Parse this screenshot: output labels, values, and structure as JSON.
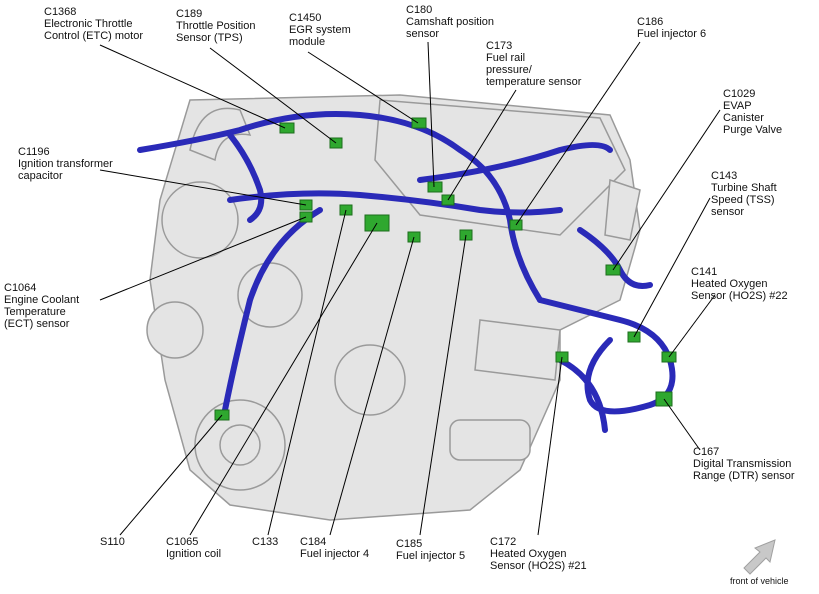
{
  "labels": [
    {
      "id": "c1368",
      "lines": [
        "C1368",
        "Electronic Throttle",
        "Control (ETC) motor"
      ]
    },
    {
      "id": "c189",
      "lines": [
        "C189",
        "Throttle Position",
        "Sensor (TPS)"
      ]
    },
    {
      "id": "c1450",
      "lines": [
        "C1450",
        "EGR system",
        "module"
      ]
    },
    {
      "id": "c180",
      "lines": [
        "C180",
        "Camshaft position",
        "sensor"
      ]
    },
    {
      "id": "c173",
      "lines": [
        "C173",
        "Fuel rail",
        "pressure/",
        "temperature sensor"
      ]
    },
    {
      "id": "c186",
      "lines": [
        "C186",
        "Fuel injector 6"
      ]
    },
    {
      "id": "c1029",
      "lines": [
        "C1029",
        "EVAP",
        "Canister",
        "Purge Valve"
      ]
    },
    {
      "id": "c1196",
      "lines": [
        "C1196",
        "Ignition transformer",
        "capacitor"
      ]
    },
    {
      "id": "c143",
      "lines": [
        "C143",
        "Turbine Shaft",
        "Speed (TSS)",
        "sensor"
      ]
    },
    {
      "id": "c1064",
      "lines": [
        "C1064",
        "Engine Coolant",
        "Temperature",
        "(ECT) sensor"
      ]
    },
    {
      "id": "c141",
      "lines": [
        "C141",
        "Heated Oxygen",
        "Sensor (HO2S) #22"
      ]
    },
    {
      "id": "c167",
      "lines": [
        "C167",
        "Digital Transmission",
        "Range (DTR) sensor"
      ]
    },
    {
      "id": "s110",
      "lines": [
        "S110"
      ]
    },
    {
      "id": "c1065",
      "lines": [
        "C1065",
        "Ignition coil"
      ]
    },
    {
      "id": "c133",
      "lines": [
        "C133"
      ]
    },
    {
      "id": "c184",
      "lines": [
        "C184",
        "Fuel injector 4"
      ]
    },
    {
      "id": "c185",
      "lines": [
        "C185",
        "Fuel injector 5"
      ]
    },
    {
      "id": "c172",
      "lines": [
        "C172",
        "Heated Oxygen",
        "Sensor (HO2S) #21"
      ]
    }
  ],
  "front_label": "front of vehicle",
  "colors": {
    "harness": "#2a2ab8",
    "connector": "#2fa82f",
    "engine_fill": "#e4e4e4",
    "engine_stroke": "#9a9a9a",
    "leader": "#000000",
    "arrow": "#c8c8c8"
  }
}
